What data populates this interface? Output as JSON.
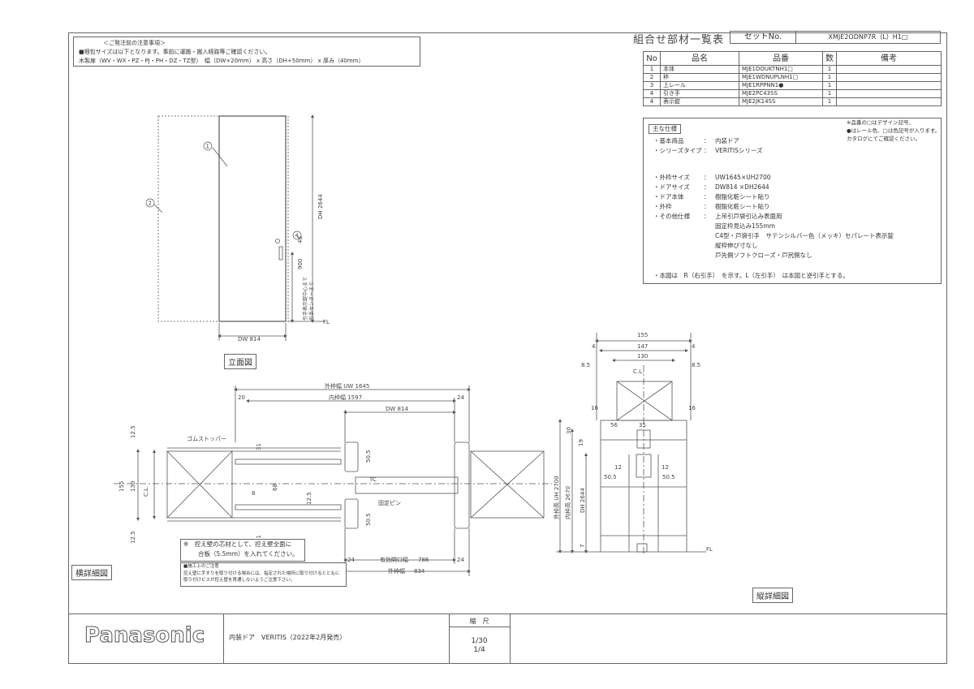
{
  "notice": {
    "header": "＜ご発注前の注意事項＞",
    "line1": "■梱包サイズは以下となります。事前に運搬・搬入経路等ご確認ください。",
    "line2": "木製扉（WV・WX・PZ・PJ・PH・DZ・TZ型）　幅（DW+20mm） x 高さ（DH+50mm） x 厚み（40mm）"
  },
  "table_title": "組合せ部材一覧表",
  "set_label": "セットNo.",
  "set_value": "XMJE2ODNP7R（L）H1□",
  "parts": {
    "headers": [
      "No",
      "品名",
      "品番",
      "数",
      "備考"
    ],
    "rows": [
      {
        "no": "1",
        "name": "本体",
        "code": "MJE1DOUKTNH1□",
        "qty": "1",
        "note": ""
      },
      {
        "no": "2",
        "name": "枠",
        "code": "MJE1WDNUPLNH1□",
        "qty": "1",
        "note": ""
      },
      {
        "no": "3",
        "name": "上レール",
        "code": "MJE1RPPNN1●",
        "qty": "1",
        "note": ""
      },
      {
        "no": "4",
        "name": "引き手",
        "code": "MJE2PC43SS",
        "qty": "1",
        "note": ""
      },
      {
        "no": "4",
        "name": "表示錠",
        "code": "MJE2JK14SS",
        "qty": "1",
        "note": ""
      }
    ]
  },
  "spec_note1": "※品番の□はデザイン記号、",
  "spec_note2": "●はレール色、□は色記号が入ります。",
  "spec_note3": "カタログにてご確認ください。",
  "spec_label": "主な仕様",
  "specs": [
    {
      "k": "・基本商品",
      "v": "内装ドア"
    },
    {
      "k": "・シリーズタイプ",
      "v": "VERITISシリーズ"
    },
    {
      "k": "・外枠サイズ",
      "v": "UW1645×UH2700"
    },
    {
      "k": "・ドアサイズ",
      "v": "DW814 ×DH2644"
    },
    {
      "k": "・ドア本体",
      "v": "樹脂化粧シート貼り"
    },
    {
      "k": "・外枠",
      "v": "樹脂化粧シート貼り"
    },
    {
      "k": "・その他仕様",
      "v": "上吊引戸袋引込み表面用"
    }
  ],
  "spec_extra": [
    "固定枠見込み155mm",
    "C4型・戸袋引手　サテンシルバー色（メッキ）セパレート表示錠",
    "縦枠伸び寸なし",
    "戸先側ソフトクローズ・戸尻側なし"
  ],
  "spec_footer": "・本図は　R（右引手）　を示す。L（左引手）　は本図と逆引手とする。",
  "captions": {
    "elevation": "立面図",
    "horizontal": "横詳細図",
    "vertical": "縦詳細図"
  },
  "elevation": {
    "balloon1": "1",
    "balloon2": "2",
    "balloon4": "4",
    "dw": "DW 814",
    "dh": "DH 2644",
    "h900": "900",
    "h48": "48",
    "fl": "FL",
    "handle_note1": "引手表示錠中心まで",
    "handle_note2": "引手センターまで"
  },
  "horizontal": {
    "uw": "外枠幅 UW 1645",
    "inner": "内枠幅 1597",
    "dw": "DW 814",
    "d20": "20",
    "d24a": "24",
    "d24b": "24",
    "d24c": "24",
    "rubber": "ゴムストッパー",
    "fixpin": "固定ピン",
    "tc": "TC",
    "h155": "155",
    "h130": "130",
    "h12a": "12.5",
    "h12b": "12.5",
    "h50a": "50.5",
    "h50b": "50.5",
    "h31a": "31",
    "h31b": "31",
    "h68": "68",
    "h12c": "12.5",
    "h8": "8",
    "cl": "C.L.",
    "eff": "有効開口幅",
    "eff_v": "786",
    "outer": "外枠幅",
    "outer_v": "834",
    "warn1": "※　控え壁の芯材として、控え壁全面に",
    "warn2": "合板（5.5mm）を入れてください。",
    "caution_hd": "■施工上のご注意",
    "caution1": "控え壁に手すりを取り付ける場合には、指定された場所に取り付けるとともに",
    "caution2": "取り付けビスが控え壁を貫通しないようご注意下さい。"
  },
  "vertical": {
    "w155": "155",
    "w147": "147",
    "w130": "130",
    "w4a": "4",
    "w4b": "4",
    "w85a": "8.5",
    "w85b": "8.5",
    "cl": "C.L.",
    "d16a": "16",
    "d16b": "16",
    "d56": "56",
    "d35": "35",
    "d19": "19",
    "d30": "30",
    "d12a": "12",
    "d12b": "12",
    "d505a": "50.5",
    "d505b": "50.5",
    "uh": "外枠高 UH 2700",
    "inner": "内枠高 2670",
    "dh": "DH 2644",
    "d7": "7",
    "fl": "FL"
  },
  "bottom": {
    "logo": "Panasonic",
    "product": "内装ドア　VERITIS（2022年2月発売）",
    "scale_label": "縮　尺",
    "scale1": "1/30",
    "scale2": "1/4"
  }
}
